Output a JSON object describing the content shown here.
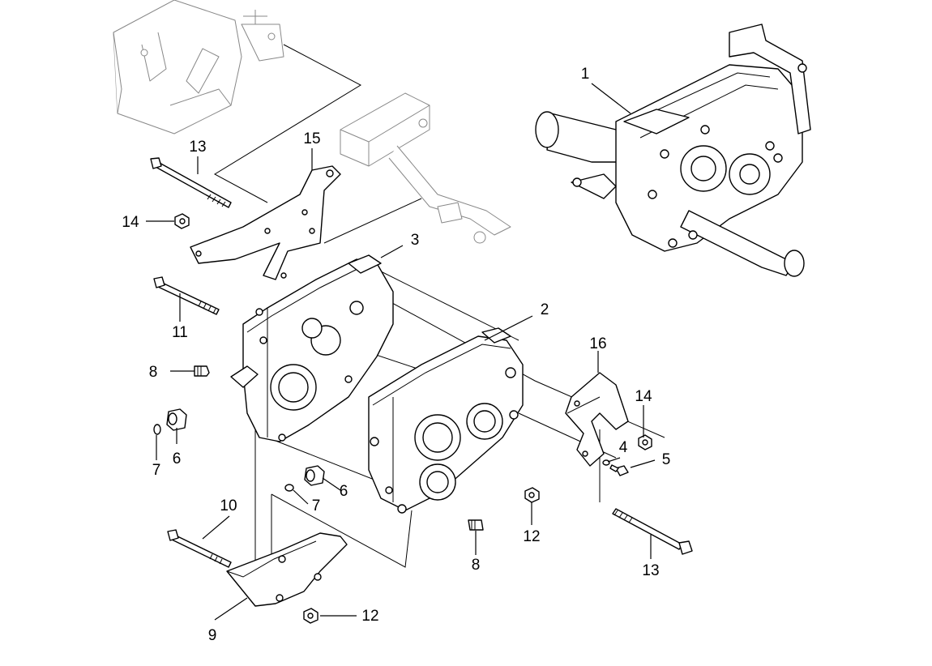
{
  "callouts": [
    {
      "id": "c1",
      "text": "1"
    },
    {
      "id": "c2",
      "text": "2"
    },
    {
      "id": "c3",
      "text": "3"
    },
    {
      "id": "c4",
      "text": "4"
    },
    {
      "id": "c5",
      "text": "5"
    },
    {
      "id": "c6a",
      "text": "6"
    },
    {
      "id": "c6b",
      "text": "6"
    },
    {
      "id": "c7a",
      "text": "7"
    },
    {
      "id": "c7b",
      "text": "7"
    },
    {
      "id": "c8a",
      "text": "8"
    },
    {
      "id": "c8b",
      "text": "8"
    },
    {
      "id": "c9",
      "text": "9"
    },
    {
      "id": "c10",
      "text": "10"
    },
    {
      "id": "c11",
      "text": "11"
    },
    {
      "id": "c12a",
      "text": "12"
    },
    {
      "id": "c12b",
      "text": "12"
    },
    {
      "id": "c13a",
      "text": "13"
    },
    {
      "id": "c13b",
      "text": "13"
    },
    {
      "id": "c14a",
      "text": "14"
    },
    {
      "id": "c14b",
      "text": "14"
    },
    {
      "id": "c15",
      "text": "15"
    },
    {
      "id": "c16",
      "text": "16"
    }
  ]
}
